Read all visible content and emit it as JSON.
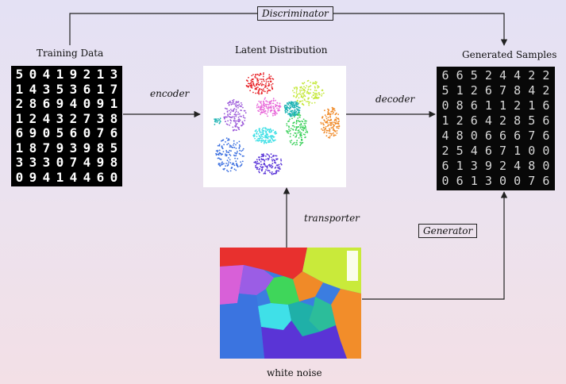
{
  "labels": {
    "training_data": "Training Data",
    "latent_distribution": "Latent Distribution",
    "generated_samples": "Generated Samples",
    "encoder": "encoder",
    "decoder": "decoder",
    "discriminator": "Discriminator",
    "transporter": "transporter",
    "generator": "Generator",
    "white_noise": "white noise"
  },
  "training_digits": [
    "50419213",
    "14353617",
    "28694091",
    "12432738",
    "69056076",
    "18793985",
    "33307498",
    "09414460"
  ],
  "generated_digits": [
    "66524422",
    "51267842",
    "08611216",
    "12642856",
    "48066676",
    "25467100",
    "61392480",
    "06130076"
  ],
  "colors": {
    "arrow": "#222222",
    "clusters": [
      "#e8252a",
      "#c4e83a",
      "#9b59d9",
      "#3ad05a",
      "#e86ad9",
      "#41e0e6",
      "#f08a28",
      "#3b6fe0",
      "#5a35d8",
      "#1fb4b4"
    ]
  }
}
